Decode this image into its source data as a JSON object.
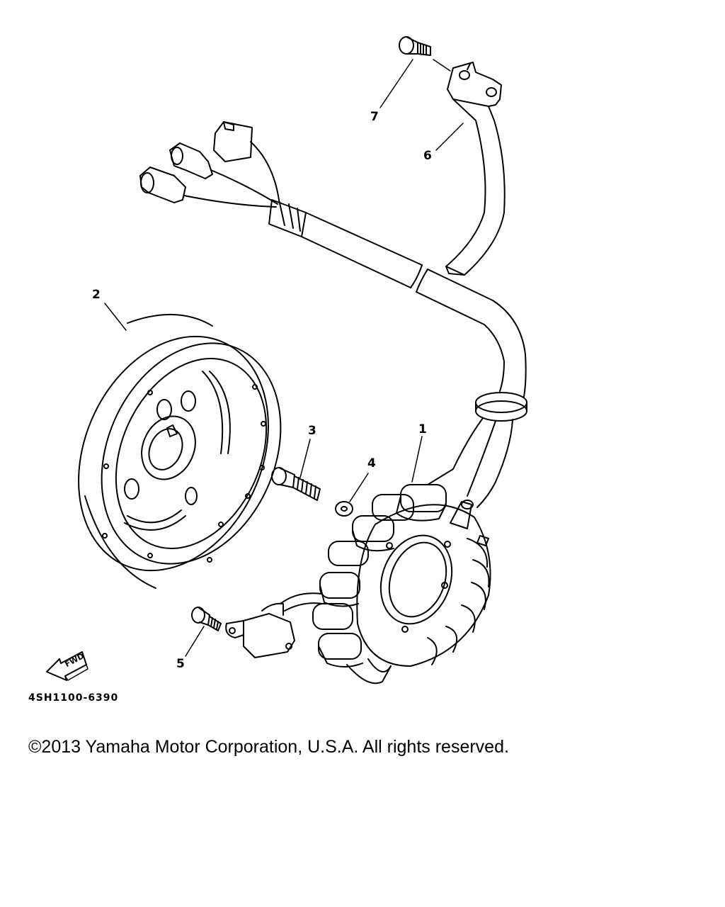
{
  "callouts": [
    {
      "id": "1",
      "label": "1"
    },
    {
      "id": "2",
      "label": "2"
    },
    {
      "id": "3",
      "label": "3"
    },
    {
      "id": "4",
      "label": "4"
    },
    {
      "id": "5",
      "label": "5"
    },
    {
      "id": "6",
      "label": "6"
    },
    {
      "id": "7",
      "label": "7"
    }
  ],
  "direction_marker": "FWD",
  "diagram_code": "4SH1100-6390",
  "copyright": "©2013 Yamaha Motor Corporation, U.S.A. All rights reserved."
}
